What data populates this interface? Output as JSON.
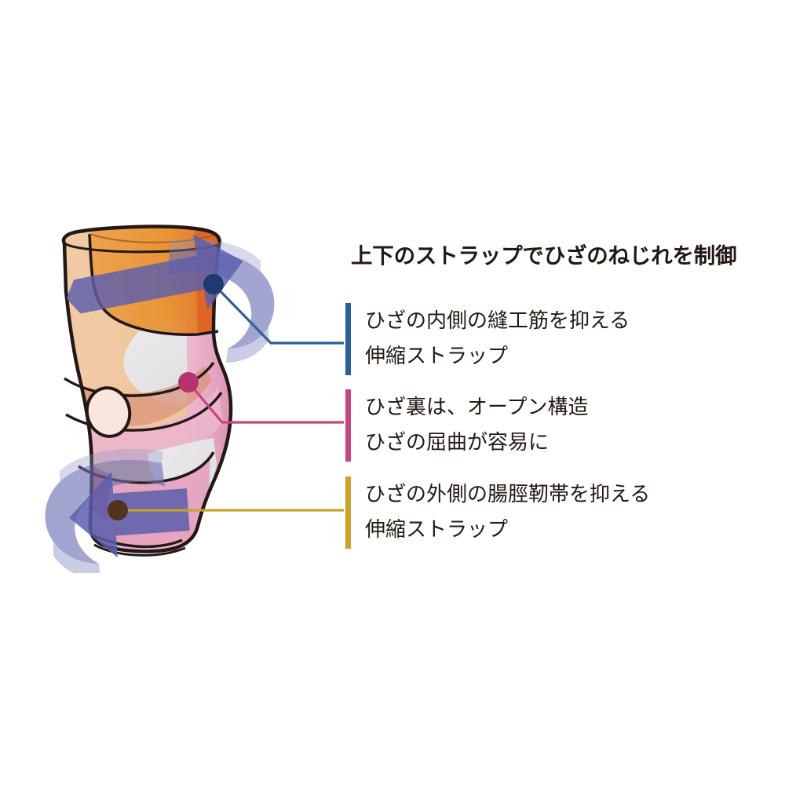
{
  "title": "上下のストラップでひざのねじれを制御",
  "callouts": [
    {
      "id": "inner-strap",
      "accent_color": "#2d6098",
      "line1": "ひざの内側の縫工筋を抑える",
      "line2": "伸縮ストラップ",
      "marker": "navy-dot"
    },
    {
      "id": "open-back",
      "accent_color": "#c4467e",
      "line1": "ひざ裏は、オープン構造",
      "line2": "ひざの屈曲が容易に",
      "marker": "magenta-dot"
    },
    {
      "id": "outer-strap",
      "accent_color": "#c9a227",
      "line1": "ひざの外側の腸脛靭帯を抑える",
      "line2": "伸縮ストラップ",
      "marker": "brown-dot"
    }
  ],
  "illustration": {
    "name": "knee-brace-diagram",
    "colors": {
      "background": "#ffffff",
      "outline": "#231815",
      "skin": "#eec49a",
      "skin_shadow": "#d99d7e",
      "orange_panel": "#e8902c",
      "orange_dark": "#e06425",
      "pink_panel": "#e7a7c3",
      "pink_dark": "#d4799f",
      "pink_light": "#f0bdd3",
      "grey_panel": "#e3e3e5",
      "strap_blue": "#5b5fad",
      "strap_blue_light": "#8f93c9",
      "arrow_blue": "#5b5fad",
      "patella_fill": "#fae6dc",
      "leader_blue": "#2d6098",
      "leader_magenta": "#c4467e",
      "leader_gold": "#c9a227",
      "dot_navy": "#1f3a6e",
      "dot_magenta": "#b83272",
      "dot_brown": "#53331c"
    }
  }
}
